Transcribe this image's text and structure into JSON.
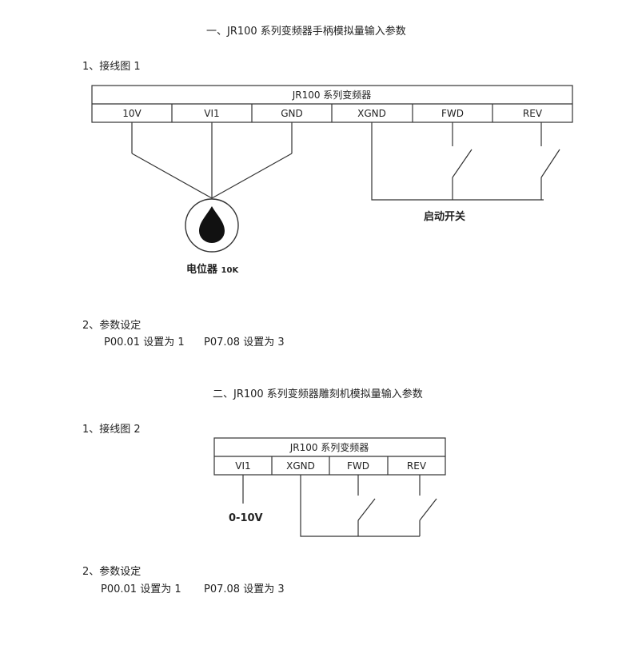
{
  "section1": {
    "heading": "一、JR100 系列变频器手柄模拟量输入参数",
    "wiring_label": "1、接线图 1",
    "inverter_title": "JR100 系列变频器",
    "terminals": [
      "10V",
      "VI1",
      "GND",
      "XGND",
      "FWD",
      "REV"
    ],
    "potentiometer_label": "电位器",
    "potentiometer_value": "10K",
    "switch_label": "启动开关",
    "params_label": "2、参数设定",
    "params": [
      {
        "name": "P00.01",
        "text": "设置为 1"
      },
      {
        "name": "P07.08",
        "text": "设置为 3"
      }
    ]
  },
  "section2": {
    "heading": "二、JR100 系列变频器雕刻机模拟量输入参数",
    "wiring_label": "1、接线图 2",
    "inverter_title": "JR100 系列变频器",
    "terminals": [
      "VI1",
      "XGND",
      "FWD",
      "REV"
    ],
    "input_label": "0-10V",
    "params_label": "2、参数设定",
    "params": [
      {
        "name": "P00.01",
        "text": "设置为 1"
      },
      {
        "name": "P07.08",
        "text": "设置为 3"
      }
    ]
  },
  "colors": {
    "line": "#333333",
    "text": "#222222",
    "background": "#ffffff"
  }
}
